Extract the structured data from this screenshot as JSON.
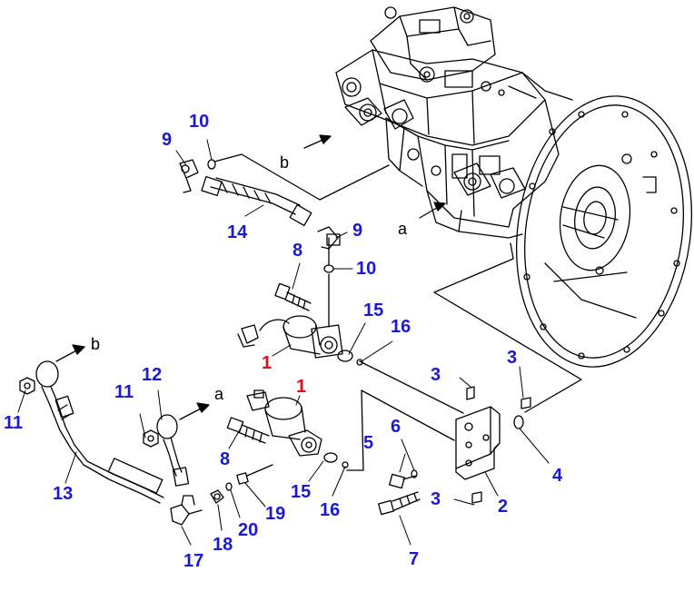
{
  "colors": {
    "callout": "#1a1ad6",
    "highlight": "#e0101a",
    "line": "#000000",
    "background": "#ffffff"
  },
  "callouts": [
    {
      "id": "c1a",
      "text": "1",
      "kind": "highlight"
    },
    {
      "id": "c1b",
      "text": "1",
      "kind": "highlight"
    },
    {
      "id": "c2",
      "text": "2",
      "kind": "normal"
    },
    {
      "id": "c3a",
      "text": "3",
      "kind": "normal"
    },
    {
      "id": "c3b",
      "text": "3",
      "kind": "normal"
    },
    {
      "id": "c3c",
      "text": "3",
      "kind": "normal"
    },
    {
      "id": "c4",
      "text": "4",
      "kind": "normal"
    },
    {
      "id": "c5",
      "text": "5",
      "kind": "normal"
    },
    {
      "id": "c6",
      "text": "6",
      "kind": "normal"
    },
    {
      "id": "c7",
      "text": "7",
      "kind": "normal"
    },
    {
      "id": "c8a",
      "text": "8",
      "kind": "normal"
    },
    {
      "id": "c8b",
      "text": "8",
      "kind": "normal"
    },
    {
      "id": "c9a",
      "text": "9",
      "kind": "normal"
    },
    {
      "id": "c9b",
      "text": "9",
      "kind": "normal"
    },
    {
      "id": "c10a",
      "text": "10",
      "kind": "normal"
    },
    {
      "id": "c10b",
      "text": "10",
      "kind": "normal"
    },
    {
      "id": "c11a",
      "text": "11",
      "kind": "normal"
    },
    {
      "id": "c11b",
      "text": "11",
      "kind": "normal"
    },
    {
      "id": "c12",
      "text": "12",
      "kind": "normal"
    },
    {
      "id": "c13",
      "text": "13",
      "kind": "normal"
    },
    {
      "id": "c14",
      "text": "14",
      "kind": "normal"
    },
    {
      "id": "c15a",
      "text": "15",
      "kind": "normal"
    },
    {
      "id": "c15b",
      "text": "15",
      "kind": "normal"
    },
    {
      "id": "c16a",
      "text": "16",
      "kind": "normal"
    },
    {
      "id": "c16b",
      "text": "16",
      "kind": "normal"
    },
    {
      "id": "c17",
      "text": "17",
      "kind": "normal"
    },
    {
      "id": "c18",
      "text": "18",
      "kind": "normal"
    },
    {
      "id": "c19",
      "text": "19",
      "kind": "normal"
    },
    {
      "id": "c20",
      "text": "20",
      "kind": "normal"
    }
  ],
  "flow_labels": {
    "b_pump": "b",
    "a_pump": "a",
    "b_hose": "b",
    "a_hose": "a"
  }
}
